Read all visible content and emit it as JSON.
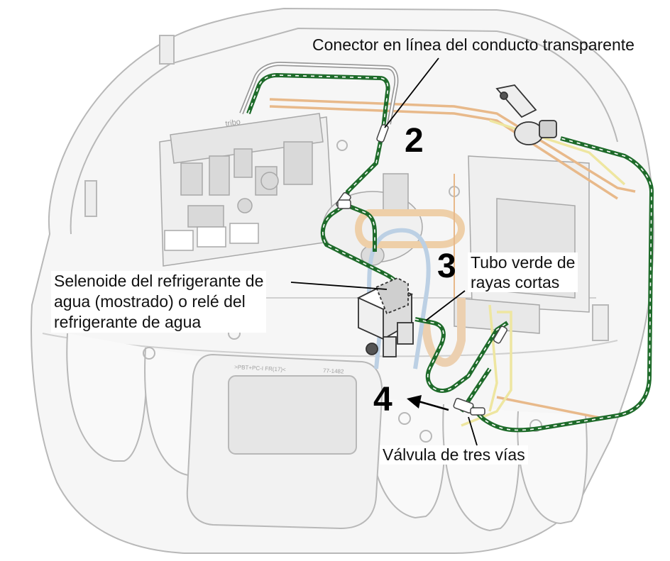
{
  "callouts": {
    "inline_connector": "Conector en línea del conducto transparente",
    "green_tube": [
      "Tubo verde de",
      "rayas cortas"
    ],
    "solenoid": [
      "Selenoide del refrigerante de",
      "agua (mostrado) o relé del",
      "refrigerante de agua"
    ],
    "three_way_valve": "Válvula de tres vías"
  },
  "steps": {
    "s2": "2",
    "s3": "3",
    "s4": "4"
  },
  "part_marks": {
    "pcb_brand": "tribo",
    "module_id": "77-1482",
    "module_text": ">PBT+PC-I FR(17)<"
  },
  "colors": {
    "tube_green": "#1e6b2a",
    "tube_stripe": "#ffffff",
    "clear_tube": "#9a9a9a",
    "orange_tube": "#e8b98a",
    "yellow_tube": "#eee6a0",
    "blue_tube": "#bcd0e4",
    "housing_line": "#b8b8b8"
  }
}
